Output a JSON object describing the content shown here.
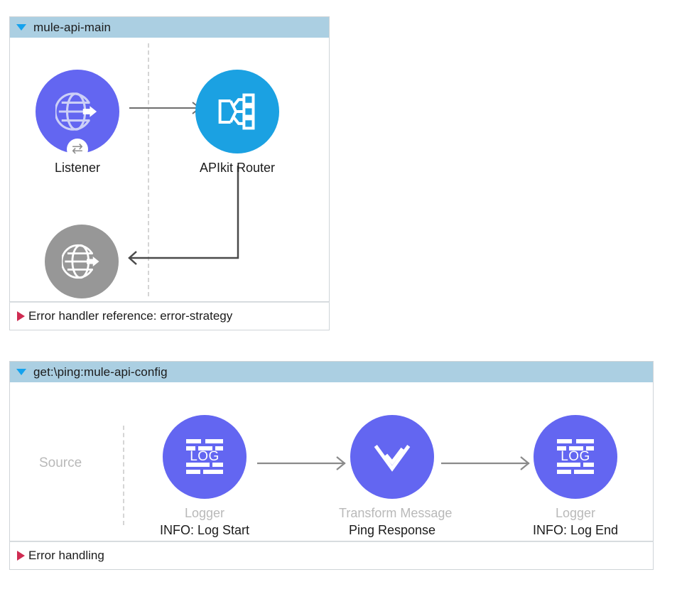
{
  "app": {
    "canvas_background": "#ffffff",
    "accent_header": "#abcfe2",
    "accent_toggle": "#14a2ee",
    "accent_error": "#cf2c52",
    "color_purple": "#6366f1",
    "color_blue": "#1ba1e2",
    "color_gray": "#979797",
    "connector_gray": "#6e6e6e"
  },
  "flows": [
    {
      "id": "flow-main",
      "title": "mule-api-main",
      "toggle_icon": "triangle-down-icon",
      "source_label": "",
      "footer": {
        "label": "Error handler reference: error-strategy",
        "toggle_icon": "triangle-right-icon"
      },
      "nodes": [
        {
          "id": "listener",
          "type_label": "Listener",
          "name_label": "",
          "icon": "globe-arrow-icon",
          "badge_icon": "two-way-arrow-icon",
          "badge_glyph": "⇄",
          "color": "#6366f1"
        },
        {
          "id": "apikit-router",
          "type_label": "APIkit Router",
          "name_label": "",
          "icon": "apikit-router-icon",
          "color": "#1ba1e2"
        },
        {
          "id": "listener-response",
          "type_label": "",
          "name_label": "",
          "icon": "globe-arrow-icon",
          "color": "#979797"
        }
      ],
      "connectors": [
        {
          "id": "listener-to-router",
          "kind": "arrow-right"
        },
        {
          "id": "router-to-response",
          "kind": "elbow-arrow-left"
        }
      ]
    },
    {
      "id": "flow-get-ping",
      "title": "get:\\ping:mule-api-config",
      "toggle_icon": "triangle-down-icon",
      "source_label": "Source",
      "footer": {
        "label": "Error handling",
        "toggle_icon": "triangle-right-icon"
      },
      "nodes": [
        {
          "id": "logger-start",
          "type_label": "Logger",
          "name_label": "INFO: Log Start",
          "icon": "log-icon",
          "icon_text": "LOG",
          "color": "#6366f1"
        },
        {
          "id": "transform-message",
          "type_label": "Transform Message",
          "name_label": "Ping Response",
          "icon": "dataweave-icon",
          "color": "#6366f1"
        },
        {
          "id": "logger-end",
          "type_label": "Logger",
          "name_label": "INFO: Log End",
          "icon": "log-icon",
          "icon_text": "LOG",
          "color": "#6366f1"
        }
      ],
      "connectors": [
        {
          "id": "logger-start-to-transform",
          "kind": "arrow-right"
        },
        {
          "id": "transform-to-logger-end",
          "kind": "arrow-right"
        }
      ]
    }
  ]
}
